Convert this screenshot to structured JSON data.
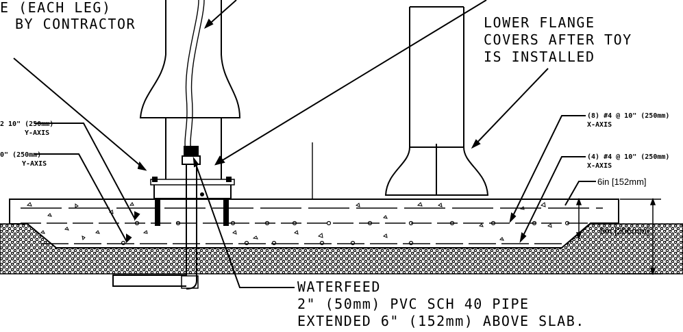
{
  "labels": {
    "top_left_line1": "E (EACH LEG)",
    "top_left_line2": "BY CONTRACTOR",
    "lower_flange_line1": "LOWER FLANGE",
    "lower_flange_line2": "COVERS AFTER TOY",
    "lower_flange_line3": "IS INSTALLED",
    "rebar_y1_line1": "2 10\" (250mm)",
    "rebar_y1_line2": "Y-AXIS",
    "rebar_y2_line1": "0\" (250mm)",
    "rebar_y2_line2": "Y-AXIS",
    "rebar_x1_line1": "(8) #4 @ 10\" (250mm)",
    "rebar_x1_line2": "X-AXIS",
    "rebar_x2_line1": "(4) #4 @ 10\" (250mm)",
    "rebar_x2_line2": "X-AXIS",
    "dim_top": "6in [152mm]",
    "dim_slab": "8in [206mm]",
    "waterfeed_line1": "WATERFEED",
    "waterfeed_line2": "2\" (50mm) PVC SCH 40 PIPE",
    "waterfeed_line3": "EXTENDED 6\" (152mm) ABOVE SLAB."
  }
}
